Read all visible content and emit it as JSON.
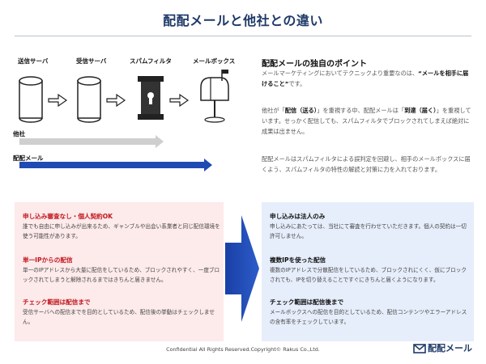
{
  "header": {
    "title": "配配メールと他社との違い"
  },
  "diagram": {
    "columns": [
      "送信サーバ",
      "受信サーバ",
      "スパムフィルタ",
      "メールボックス"
    ],
    "rows": [
      "他社",
      "配配メール"
    ],
    "colors": {
      "other_arrow": "#cfcfcf",
      "haihai_arrow": "#1f4bb3"
    }
  },
  "point": {
    "title": "配配メールの独自のポイント",
    "p1_a": "メールマーケティングにおいてテクニックより重要なのは、",
    "p1_b": "“メールを相手に届けること”",
    "p1_c": "です。",
    "p2_a": "他社が「",
    "p2_b": "配信（送る）",
    "p2_c": "」を重視する中、配配メールは「",
    "p2_d": "到達（届く）",
    "p2_e": "」を重視しています。せっかく配信しても、スパムフィルタでブロックされてしまえば絶対に成果は出ません。",
    "p3": "配配メールはスパムフィルタによる誤判定を回避し、相手のメールボックスに届くよう、スパムフィルタの特性の解読と対策に力を入れております。"
  },
  "left_box": {
    "items": [
      {
        "heading": "申し込み審査なし・個人契約OK",
        "text": "誰でも自由に申し込みが出来るため、ギャンブルや出会い系業者と同じ配信環境を使う可能性があります。"
      },
      {
        "heading": "単一IPからの配信",
        "text": "単一のIPアドレスから大量に配信をしているため、ブロックされやすく、一度ブロックされてしまうと解除されるまではきちんと届きません。"
      },
      {
        "heading": "チェック範囲は配信まで",
        "text": "受信サーバへの配信までを目的としているため、配信後の挙動はチェックしません。"
      }
    ]
  },
  "right_box": {
    "items": [
      {
        "heading": "申し込みは法人のみ",
        "text": "申し込みにあたっては、当社にて審査を行わせていただきます。個人の契約は一切許可しません。"
      },
      {
        "heading": "複数IPを使った配信",
        "text": "複数のIPアドレスで分散配信をしているため、ブロックされにくく、仮にブロックされても、IPを切り替えることですぐにきちんと届くようになります。"
      },
      {
        "heading": "チェック範囲は配信後まで",
        "text": "メールボックスへの配信を目的としているため、配信コンテンツやエラーアドレスの含有率をチェックしています。"
      }
    ]
  },
  "footer": {
    "copyright": "Confidential All Rights Reserved.Copyright© Rakus Co.,Ltd.",
    "logo": "配配メール"
  }
}
